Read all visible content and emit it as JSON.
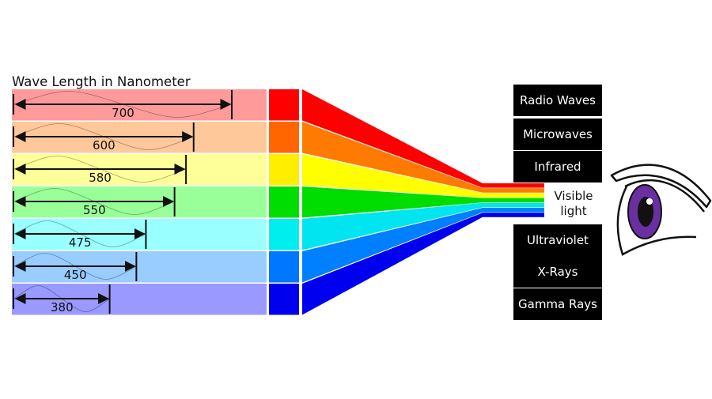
{
  "title": "Wave Length in Nanometer",
  "bands": [
    {
      "wavelength": "700",
      "light": "#ff9a9a",
      "mid": "#ff0000",
      "fan": "#ff0000"
    },
    {
      "wavelength": "600",
      "light": "#ffc89a",
      "mid": "#ff6600",
      "fan": "#ff7a00"
    },
    {
      "wavelength": "580",
      "light": "#ffff99",
      "mid": "#ffee00",
      "fan": "#ffff00"
    },
    {
      "wavelength": "550",
      "light": "#99ff99",
      "mid": "#00dd00",
      "fan": "#00dd00"
    },
    {
      "wavelength": "475",
      "light": "#99ffff",
      "mid": "#00eeee",
      "fan": "#00e5f0"
    },
    {
      "wavelength": "450",
      "light": "#99ccff",
      "mid": "#0077ff",
      "fan": "#0080ff"
    },
    {
      "wavelength": "380",
      "light": "#9999ff",
      "mid": "#0000ee",
      "fan": "#0000ee"
    }
  ],
  "spectrum_boxes_top": [
    "Radio Waves",
    "Microwaves",
    "Infrared"
  ],
  "visible_label": [
    "Visible",
    "light"
  ],
  "spectrum_boxes_bottom": [
    "Ultraviolet",
    "X-Rays",
    "Gamma Rays"
  ],
  "eye": {
    "iris_color": "#6a2fa0",
    "icon": "eye-icon"
  }
}
